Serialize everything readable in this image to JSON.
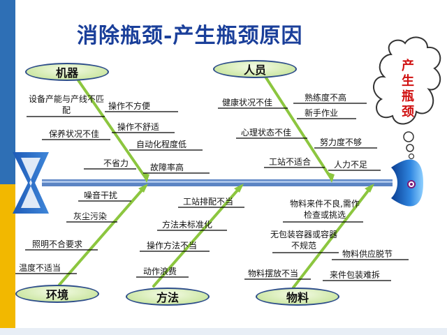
{
  "title": "消除瓶颈-产生瓶颈原因",
  "effect": {
    "chars": [
      "产",
      "生",
      "瓶",
      "颈"
    ]
  },
  "categories": {
    "machine": "机器",
    "people": "人员",
    "environment": "环境",
    "method": "方法",
    "material": "物料"
  },
  "causes": {
    "machine": [
      "设备产能与产线不匹配",
      "操作不方便",
      "保养状况不佳",
      "操作不舒适",
      "自动化程度低",
      "不省力",
      "故障率高"
    ],
    "people": [
      "健康状况不佳",
      "熟练度不高",
      "新手作业",
      "心理状态不佳",
      "努力度不够",
      "工站不适合",
      "人力不足"
    ],
    "environment": [
      "噪音干扰",
      "灰尘污染",
      "照明不合要求",
      "温度不适当"
    ],
    "method": [
      "工站排配不当",
      "方法未标准化",
      "操作方法不当",
      "动作浪费"
    ],
    "material": [
      "物料来件不良,需作检查或挑选",
      "无包装容器或容器不规范",
      "物料供应脱节",
      "物料摆放不当",
      "来件包装难拆"
    ]
  },
  "colors": {
    "title": "#1a3f9a",
    "spine": "#5b84c4",
    "bone": "#8cc63f",
    "effect_text": "#d01010",
    "category_fill": "#cfe8a8"
  }
}
